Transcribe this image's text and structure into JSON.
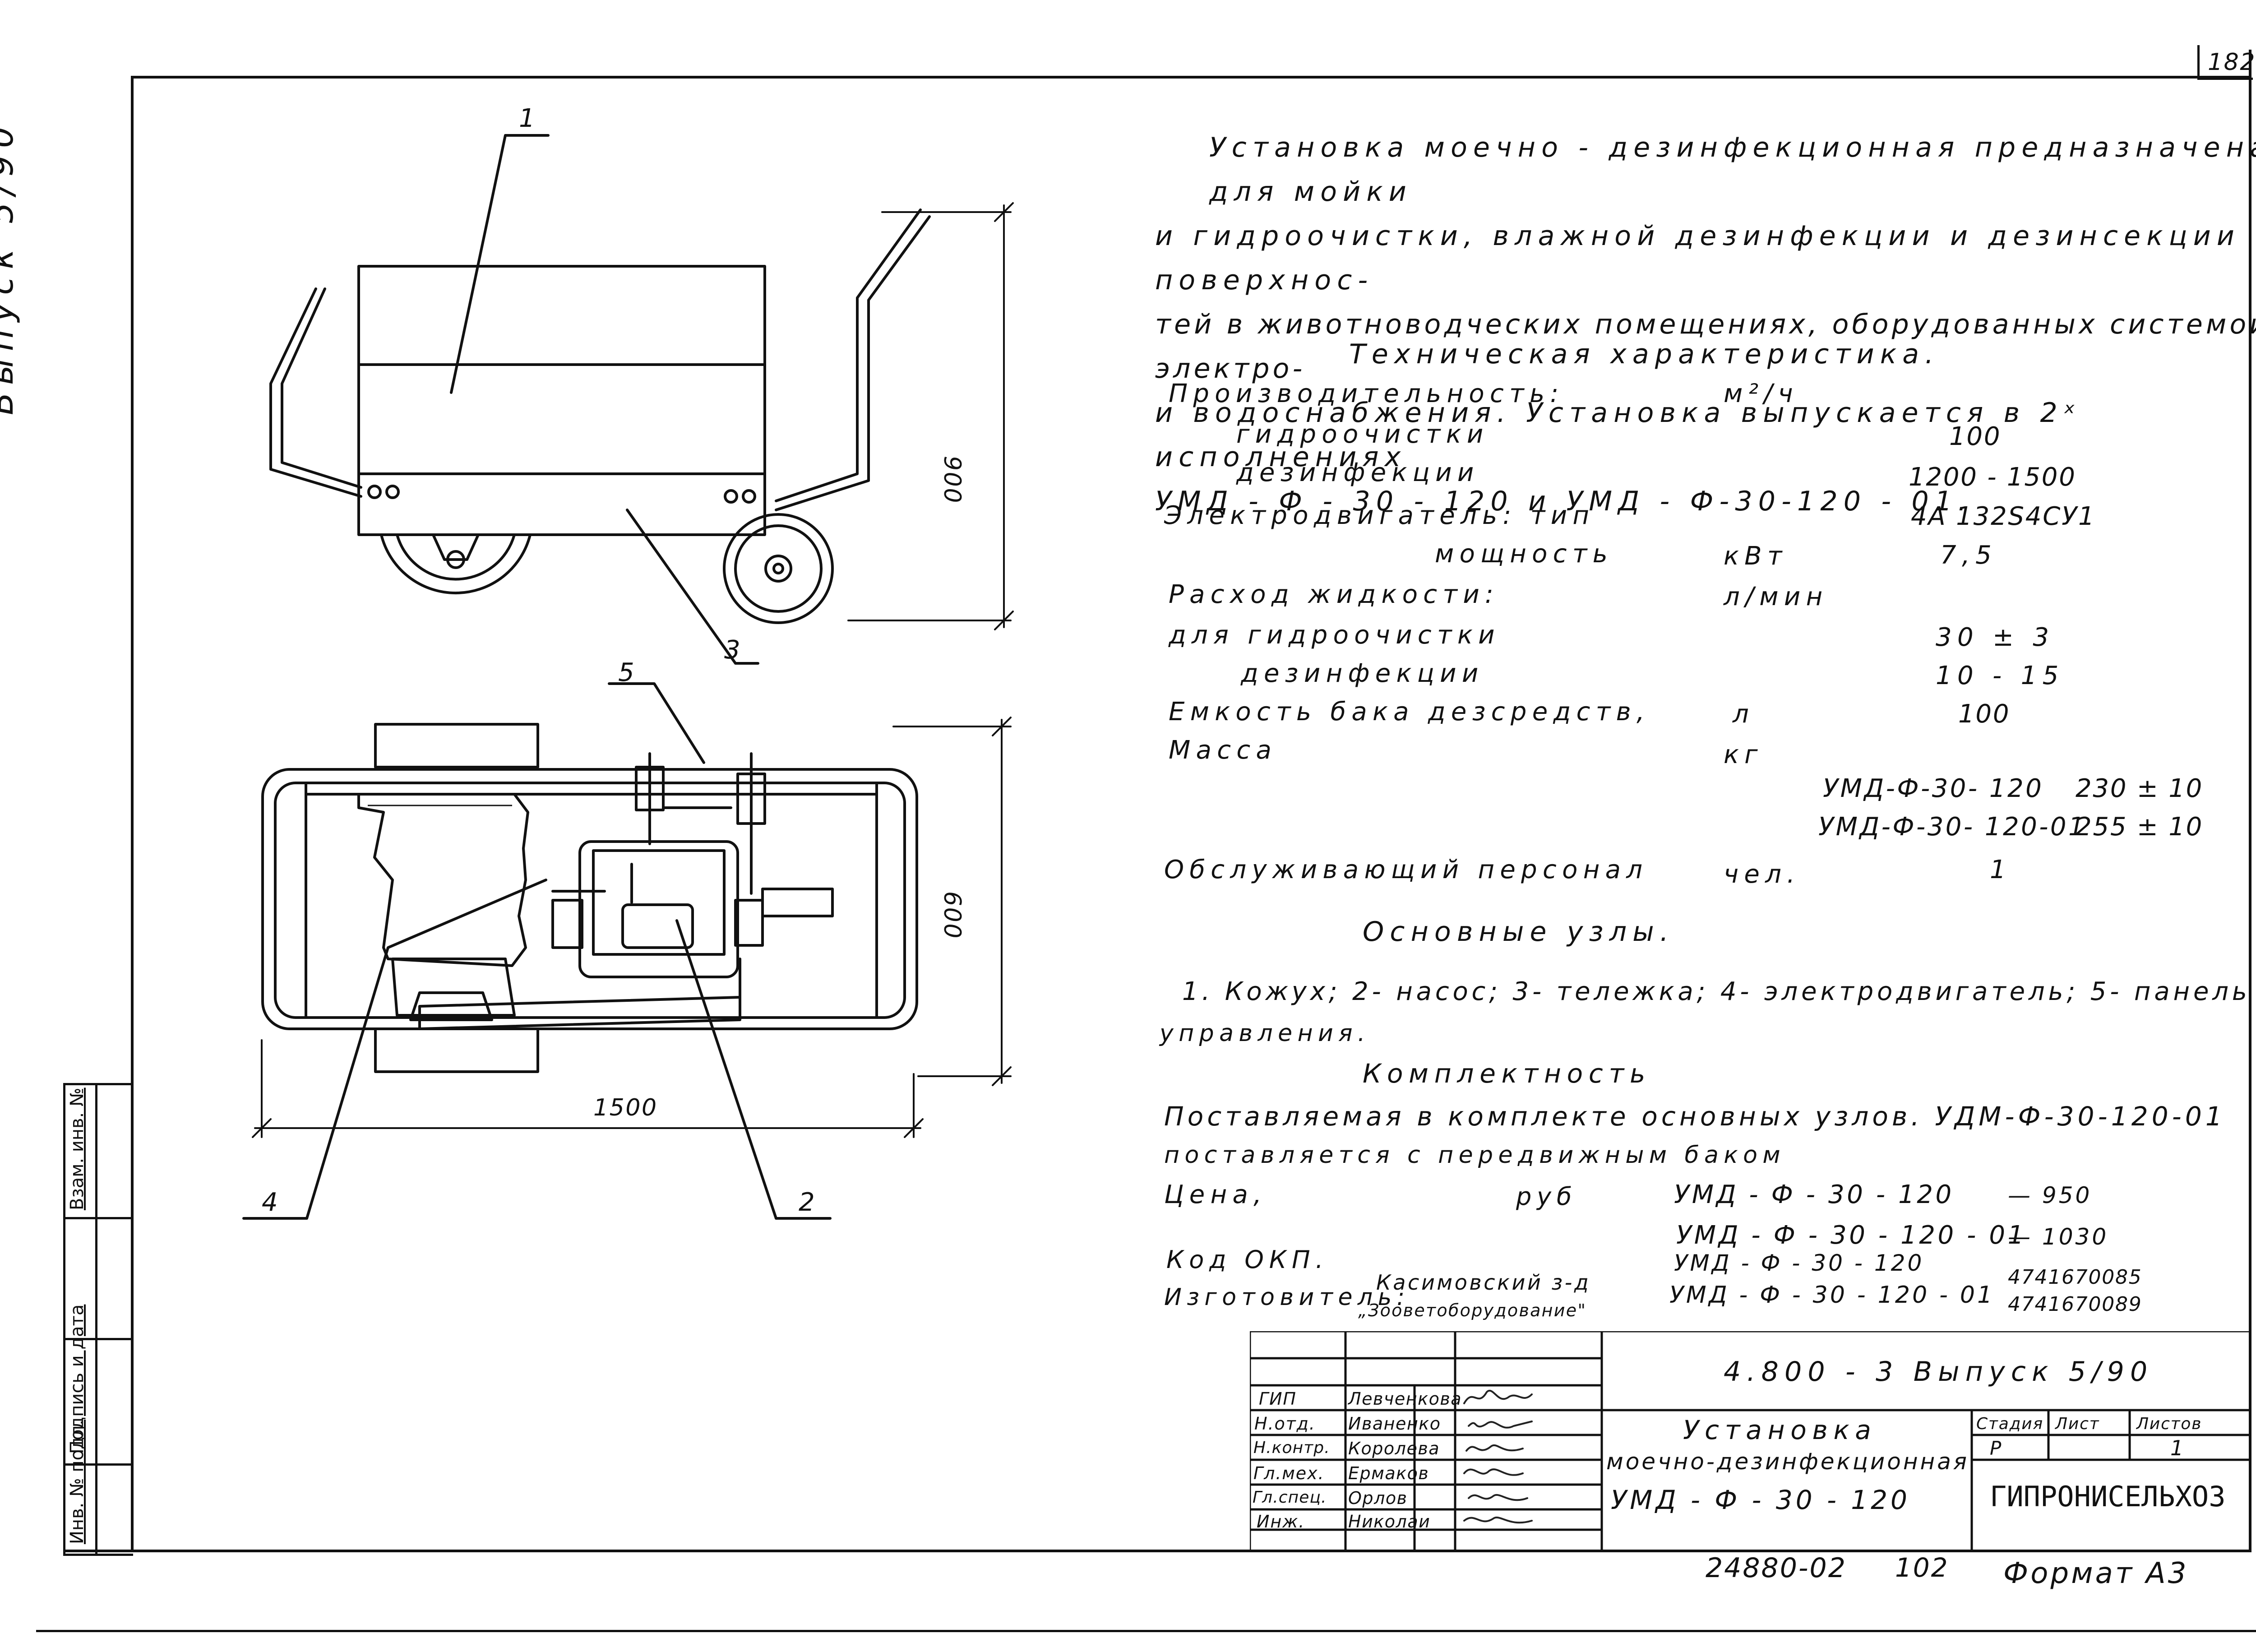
{
  "sheet": {
    "page_number": "182",
    "side_label": "Выпуск 5/90",
    "margin_labels": [
      "Инв. № подл.",
      "Подпись и дата",
      "Взам. инв. №"
    ]
  },
  "drawing": {
    "callouts": [
      "1",
      "3",
      "5",
      "4",
      "2"
    ],
    "dimensions": {
      "height": "900",
      "width": "600",
      "length": "1500"
    }
  },
  "description": {
    "lines": [
      "Установка  моечно - дезинфекционная  предназначена для мойки",
      "и гидроочистки, влажной дезинфекции и дезинсекции поверхнос-",
      "тей в животноводческих помещениях, оборудованных системой электро-",
      "и водоснабжения. Установка  выпускается  в 2ˣ исполнениях",
      "УМД - Ф - 30 - 120  и УМД - Ф-30-120 - 01."
    ]
  },
  "tech": {
    "heading": "Техническая  характеристика.",
    "rows": [
      {
        "label": "Производительность:",
        "indent": 0,
        "unit": "м²/ч",
        "value": ""
      },
      {
        "label": "гидроочистки",
        "indent": 1,
        "unit": "",
        "value": "100"
      },
      {
        "label": "дезинфекции",
        "indent": 1,
        "unit": "",
        "value": "1200 - 1500"
      },
      {
        "label": "Электродвигатель:  тип",
        "indent": 0,
        "unit": "",
        "value": "4А 132S4СУ1"
      },
      {
        "label": "мощность",
        "indent": 2,
        "unit": "кВт",
        "value": "7,5"
      },
      {
        "label": "Расход  жидкости:",
        "indent": 0,
        "unit": "л/мин",
        "value": ""
      },
      {
        "label": "для  гидроочистки",
        "indent": 0,
        "unit": "",
        "value": "30 ± 3"
      },
      {
        "label": "дезинфекции",
        "indent": 1,
        "unit": "",
        "value": "10 - 15"
      },
      {
        "label": "Емкость бака дезсредств,",
        "indent": 0,
        "unit": "л",
        "value": "100"
      },
      {
        "label": "Масса",
        "indent": 0,
        "unit": "кг",
        "value": ""
      }
    ],
    "mass": [
      {
        "model": "УМД-Ф-30- 120",
        "value": "230 ± 10"
      },
      {
        "model": "УМД-Ф-30- 120-01",
        "value": "255 ± 10"
      }
    ],
    "personnel": {
      "label": "Обслуживающий  персонал",
      "unit": "чел.",
      "value": "1"
    }
  },
  "units": {
    "heading": "Основные  узлы.",
    "line1": "1. Кожух; 2- насос; 3- тележка; 4- электродвигатель; 5- панель",
    "line2": "управления."
  },
  "kit": {
    "heading": "Комплектность",
    "line1": "Поставляемая  в комплекте основных  узлов. УДМ-Ф-30-120-01",
    "line2": "поставляется  с передвижным  баком"
  },
  "price": {
    "label": "Цена,",
    "unit": "руб",
    "items": [
      {
        "model": "УМД - Ф - 30 - 120",
        "value": "— 950"
      },
      {
        "model": "УМД - Ф - 30 - 120 - 01",
        "value": "— 1030"
      }
    ]
  },
  "okp": {
    "label": "Код  ОКП.",
    "items": [
      {
        "model": "УМД - Ф - 30 - 120",
        "code": "4741670085"
      },
      {
        "model": "УМД - Ф - 30 - 120 - 01",
        "code": "4741670089"
      }
    ]
  },
  "maker": {
    "label": "Изготовитель:",
    "name1": "Касимовский з-д",
    "name2": "„Зооветоборудование\""
  },
  "stamp": {
    "doc_code": "4.800 - 3   Выпуск 5/90",
    "title1": "Установка",
    "title2": "моечно-дезинфекционная",
    "title3": "УМД - Ф - 30 - 120",
    "stage_label": "Стадия",
    "sheet_label": "Лист",
    "sheets_label": "Листов",
    "stage": "Р",
    "sheets": "1",
    "org": "ГИПРОНИСЕЛЬХОЗ",
    "people": [
      {
        "role": "ГИП",
        "name": "Левченкова"
      },
      {
        "role": "Н.отд.",
        "name": "Иваненко"
      },
      {
        "role": "Н.контр.",
        "name": "Королева"
      },
      {
        "role": "Гл.мех.",
        "name": "Ермаков"
      },
      {
        "role": "Гл.спец.",
        "name": "Орлов"
      },
      {
        "role": "Инж.",
        "name": "Николаи"
      }
    ]
  },
  "footer": {
    "number": "24880-02",
    "page": "102",
    "format": "Формат А3"
  }
}
